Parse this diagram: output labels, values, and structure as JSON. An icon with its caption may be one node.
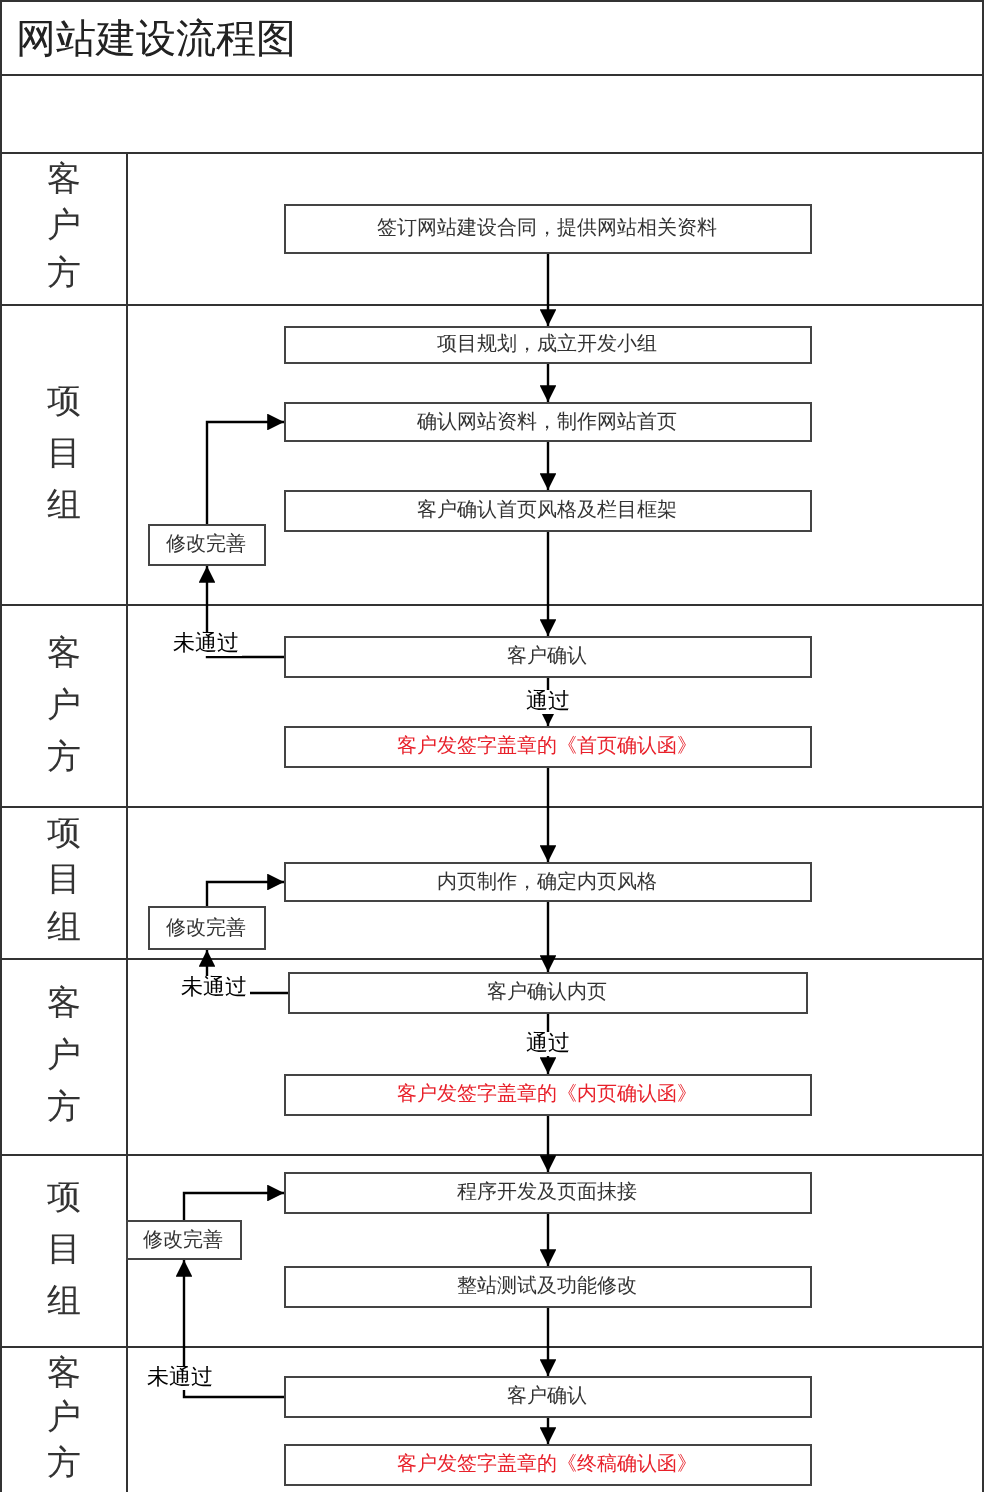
{
  "diagram": {
    "title": "网站建设流程图",
    "nodes": [
      {
        "text": [
          "客户方"
        ]
      },
      {
        "text": [
          "签订网站建设合同，提供网站相关资料"
        ],
        "in": 0
      },
      {
        "text": [
          "项目组"
        ]
      },
      {
        "text": [
          "项目规划，成立开发小组"
        ],
        "in": 2
      },
      {
        "text": [
          "确认网站资料，制作网站首页"
        ],
        "in": 2
      },
      {
        "text": [
          "客户确认首页风格及栏目框架"
        ],
        "in": 2
      },
      {
        "text": [
          "修改完善"
        ],
        "in": 2
      },
      {
        "text": [
          "客户方"
        ]
      },
      {
        "text": [
          "客户确认"
        ],
        "in": 7
      },
      {
        "text": [
          "客户发签字盖章的《首页确认函》"
        ],
        "in": 7
      },
      {
        "text": [
          "项目组"
        ]
      },
      {
        "text": [
          "内页制作，确定内页风格"
        ],
        "in": 10
      },
      {
        "text": [
          "修改完善"
        ],
        "in": 10
      },
      {
        "text": [
          "客户方"
        ]
      },
      {
        "text": [
          "客户确认内页"
        ],
        "in": 13
      },
      {
        "text": [
          "客户发签字盖章的《内页确认函》"
        ],
        "in": 13
      },
      {
        "text": [
          "项目组"
        ]
      },
      {
        "text": [
          "程序开发及页面抹接"
        ],
        "in": 16
      },
      {
        "text": [
          "修改完善"
        ],
        "in": 16
      },
      {
        "text": [
          "整站测试及功能修改"
        ],
        "in": 16
      },
      {
        "text": [
          "客户方"
        ]
      },
      {
        "text": [
          "客户确认"
        ],
        "in": 20
      },
      {
        "text": [
          "客户发签字盖章的《终稿确认函》"
        ],
        "in": 20
      }
    ],
    "edges": [
      {
        "from": 1,
        "to": 3,
        "arrow": "to"
      },
      {
        "from": 3,
        "to": 4,
        "arrow": "to"
      },
      {
        "from": 4,
        "to": 5,
        "arrow": "to"
      },
      {
        "from": 5,
        "to": 8,
        "arrow": "to"
      },
      {
        "from": 8,
        "to": 9,
        "arrow": "to",
        "label": "通过"
      },
      {
        "from": 8,
        "to": 6,
        "arrow": "to",
        "label": "未通过"
      },
      {
        "from": 6,
        "to": 4,
        "arrow": "to"
      },
      {
        "from": 9,
        "to": 11,
        "arrow": "to"
      },
      {
        "from": 11,
        "to": 14,
        "arrow": "to"
      },
      {
        "from": 14,
        "to": 12,
        "arrow": "to",
        "label": "未通过"
      },
      {
        "from": 12,
        "to": 11,
        "arrow": "to"
      },
      {
        "from": 14,
        "to": 15,
        "arrow": "to",
        "label": "通过"
      },
      {
        "from": 15,
        "to": 17,
        "arrow": "to"
      },
      {
        "from": 17,
        "to": 19,
        "arrow": "to"
      },
      {
        "from": 19,
        "to": 21,
        "arrow": "to"
      },
      {
        "from": 21,
        "to": 18,
        "arrow": "to",
        "label": "未通过"
      },
      {
        "from": 18,
        "to": 17,
        "arrow": "to"
      },
      {
        "from": 21,
        "to": 22,
        "arrow": "to"
      }
    ]
  }
}
